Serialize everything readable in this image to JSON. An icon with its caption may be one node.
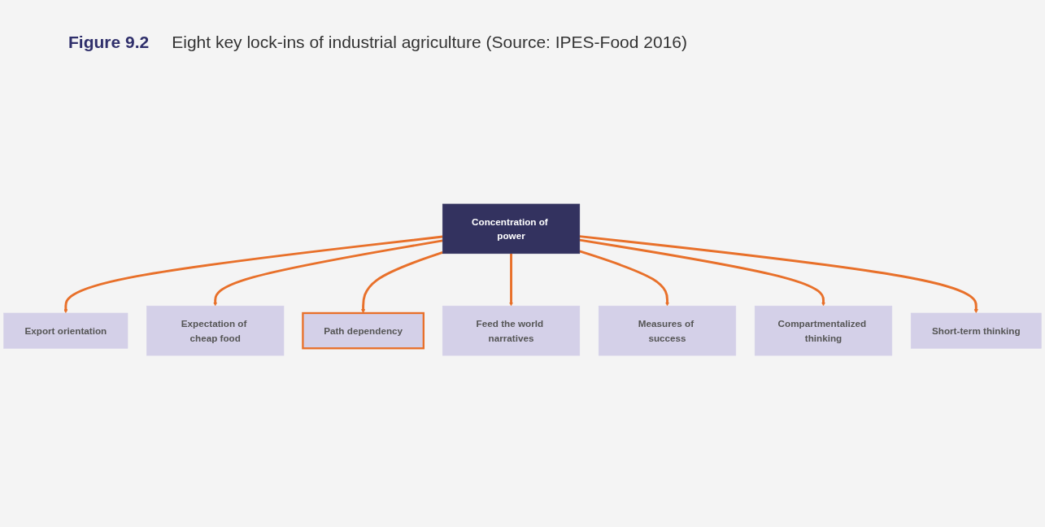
{
  "diagram": {
    "title": "Eight key lock-ins of industrial agriculture (Source: IPES-Food 2016)",
    "nodes": [
      {
        "text": [
          "Export orientation"
        ]
      },
      {
        "text": [
          "Expectation of cheap food"
        ]
      },
      {
        "text": [
          "Path dependency"
        ]
      },
      {
        "text": [
          "Feed the world narratives"
        ]
      },
      {
        "text": [
          "Concentration of power"
        ]
      },
      {
        "text": [
          "Measures of success"
        ]
      },
      {
        "text": [
          "Compartmentalized thinking"
        ]
      },
      {
        "text": [
          "Short-term thinking"
        ]
      }
    ],
    "edges": [
      {
        "from": 4,
        "to": 0,
        "arrow": "to"
      },
      {
        "from": 4,
        "to": 1,
        "arrow": "to"
      },
      {
        "from": 4,
        "to": 2,
        "arrow": "to"
      },
      {
        "from": 4,
        "to": 3,
        "arrow": "to"
      },
      {
        "from": 4,
        "to": 5,
        "arrow": "to"
      },
      {
        "from": 4,
        "to": 6,
        "arrow": "to"
      },
      {
        "from": 4,
        "to": 7,
        "arrow": "to"
      }
    ],
    "labels": [
      "Figure 9.2"
    ]
  }
}
